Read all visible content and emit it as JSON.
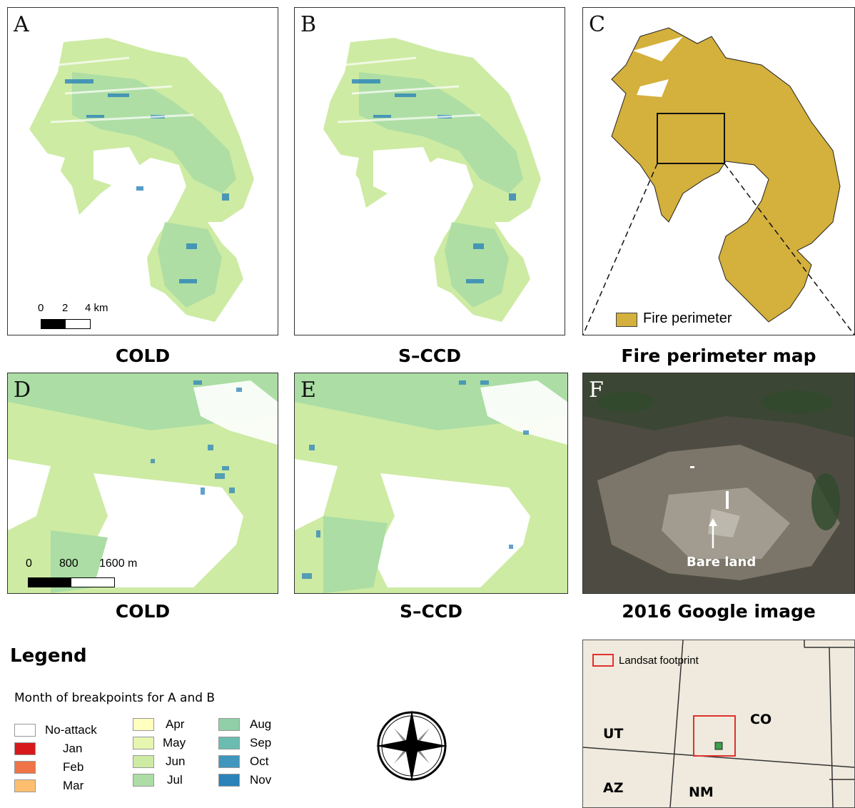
{
  "panels": {
    "A": {
      "label": "A",
      "caption": "COLD"
    },
    "B": {
      "label": "B",
      "caption": "S–CCD"
    },
    "C": {
      "label": "C",
      "caption": "Fire perimeter map",
      "legend_text": "Fire perimeter"
    },
    "D": {
      "label": "D",
      "caption": "COLD"
    },
    "E": {
      "label": "E",
      "caption": "S–CCD"
    },
    "F": {
      "label": "F",
      "caption": "2016 Google image",
      "annotation": "Bare land"
    }
  },
  "scalebar_km": {
    "ticks": [
      "0",
      "2",
      "4 km"
    ]
  },
  "scalebar_m": {
    "ticks": [
      "0",
      "800",
      "1600 m"
    ]
  },
  "legend": {
    "title": "Legend",
    "subtitle": "Month of breakpoints for A and B",
    "items": [
      {
        "label": "No-attack",
        "color": "#ffffff"
      },
      {
        "label": "Jan",
        "color": "#d7191c"
      },
      {
        "label": "Feb",
        "color": "#ef7346"
      },
      {
        "label": "Mar",
        "color": "#fdbf6f"
      },
      {
        "label": "Apr",
        "color": "#ffffbf"
      },
      {
        "label": "May",
        "color": "#e6f5b0"
      },
      {
        "label": "Jun",
        "color": "#cdeba3"
      },
      {
        "label": "Jul",
        "color": "#abdda4"
      },
      {
        "label": "Aug",
        "color": "#91cfa8"
      },
      {
        "label": "Sep",
        "color": "#6bbcb0"
      },
      {
        "label": "Oct",
        "color": "#4196be"
      },
      {
        "label": "Nov",
        "color": "#2b83ba"
      }
    ]
  },
  "locator": {
    "legend_text": "Landsat footprint",
    "states": [
      "UT",
      "CO",
      "AZ",
      "NM"
    ]
  },
  "colors": {
    "fire": "#d4b03c",
    "veg_light": "#cdeba3",
    "veg_mid": "#abdda4",
    "veg_dark": "#2b83ba",
    "footprint": "#e0322f",
    "site": "#3aa04a",
    "locator_bg": "#efeadd"
  }
}
